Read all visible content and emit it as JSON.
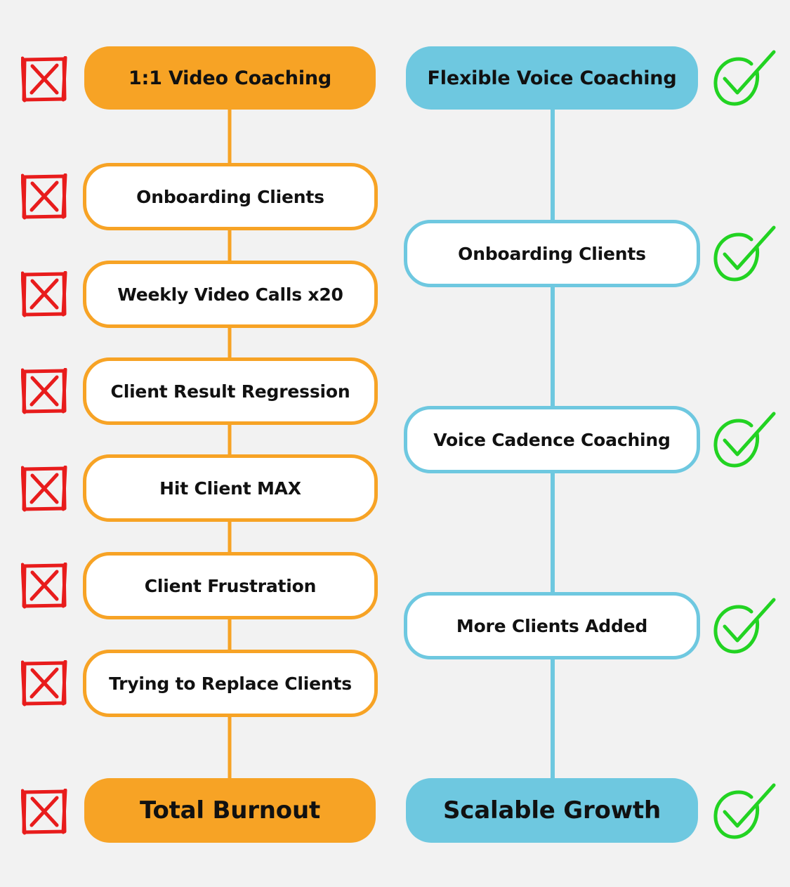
{
  "colors": {
    "left_accent": "#f7a325",
    "right_accent": "#6ec8e0",
    "cross_icon": "#e81c1c",
    "check_icon": "#22d322",
    "background": "#f2f2f2"
  },
  "left_path": {
    "start": "1:1 Video Coaching",
    "steps": [
      "Onboarding Clients",
      "Weekly Video Calls x20",
      "Client Result Regression",
      "Hit Client MAX",
      "Client Frustration",
      "Trying to Replace Clients"
    ],
    "end": "Total Burnout",
    "icon": "cross-box-icon"
  },
  "right_path": {
    "start": "Flexible Voice Coaching",
    "steps": [
      "Onboarding Clients",
      "Voice Cadence Coaching",
      "More Clients Added"
    ],
    "end": "Scalable Growth",
    "icon": "check-circle-icon"
  }
}
